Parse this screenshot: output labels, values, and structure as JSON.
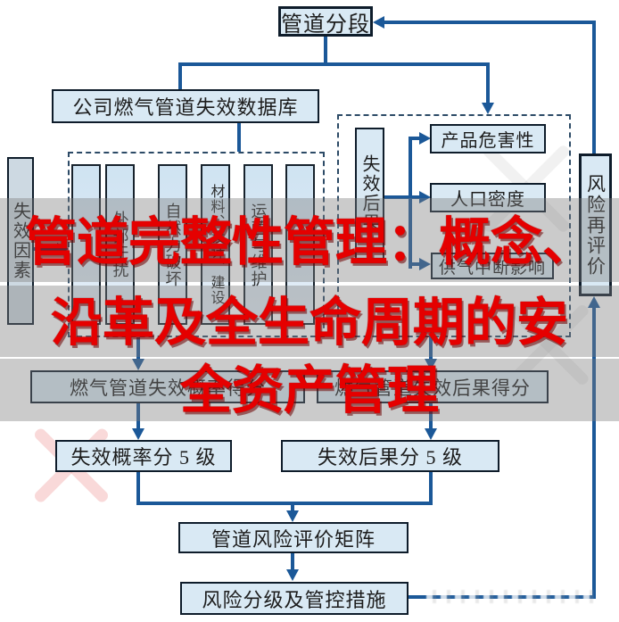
{
  "overlay": {
    "line1": "管道完整性管理：概念、",
    "line2": "沿革及全生命周期的安",
    "line3": "全资产管理"
  },
  "nodes": {
    "segment": "管道分段",
    "database": "公司燃气管道失效数据库",
    "failure_factors": "失效因素",
    "factor_bars": [
      "",
      "外部干扰",
      "自然力破坏",
      "材料、设计、建设",
      "运营与维护",
      ""
    ],
    "failure_consequence": "失效后果",
    "product_hazard": "产品危害性",
    "population_density": "人口密度",
    "supply_interruption": "供气中断影响",
    "risk_reevaluation": "风险再评价",
    "probability_score": "燃气管道失效概率得分",
    "consequence_score": "燃气管道失效后果得分",
    "probability_levels": "失效概率分 5 级",
    "consequence_levels": "失效后果分 5 级",
    "risk_matrix": "管道风险评价矩阵",
    "risk_control": "风险分级及管控措施"
  },
  "colors": {
    "connector_blue": "#1b5898",
    "box_fill": "#d9e9f4",
    "box_border": "#0e1c2a",
    "overlay_red": "#e50000"
  }
}
